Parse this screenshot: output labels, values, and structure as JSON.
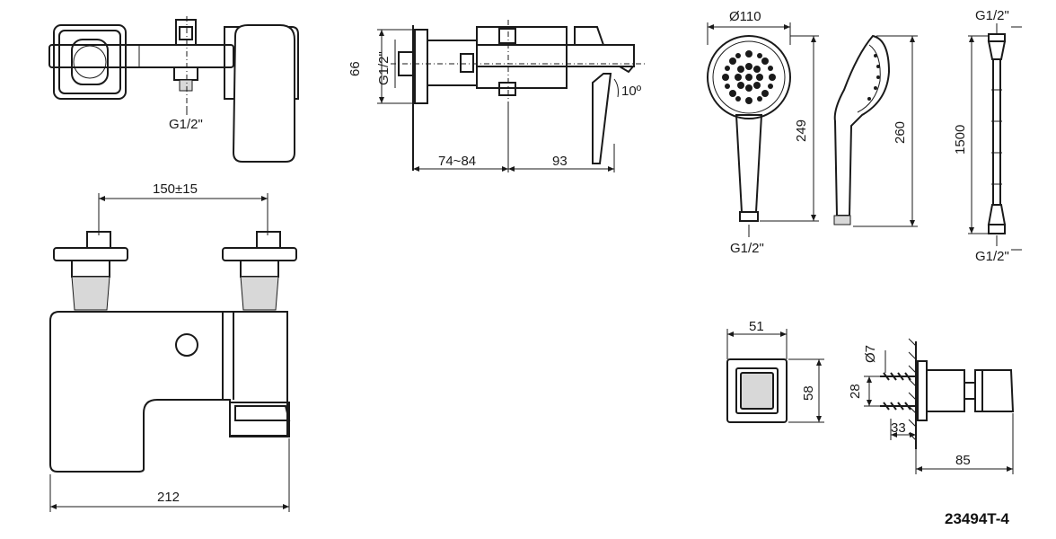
{
  "labels": {
    "top_thread": "G1/2\"",
    "side_thread": "G1/2\"",
    "side_height": "66",
    "side_depth_range": "74~84",
    "side_depth": "93",
    "lever_angle": "10º",
    "center_distance": "150±15",
    "width": "212",
    "handshower_diameter": "Ø110",
    "handshower_length": "249",
    "handshower_thread": "G1/2\"",
    "handshower_side_length": "260",
    "hose_thread_top": "G1/2\"",
    "hose_length": "1500",
    "hose_thread_bottom": "G1/2\"",
    "holder_width": "51",
    "holder_height": "58",
    "screw_diameter": "Ø7",
    "screw_spacing": "28",
    "holder_screw_depth": "33",
    "holder_depth": "85",
    "product_code": "23494T-4"
  }
}
